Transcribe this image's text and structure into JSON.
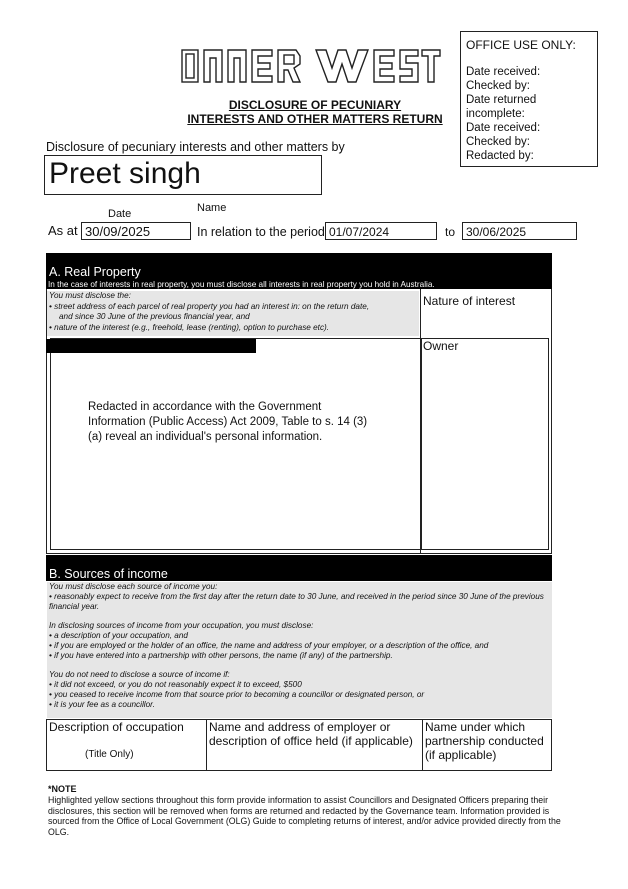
{
  "header": {
    "logo_text": "INNER WEST",
    "title_line1": "DISCLOSURE OF PECUNIARY",
    "title_line2": "INTERESTS AND OTHER MATTERS RETURN"
  },
  "office_use": {
    "title": "OFFICE USE ONLY:",
    "items": [
      "Date received:",
      "Checked by:",
      "Date returned",
      "incomplete:",
      "Date received:",
      "Checked by:",
      "Redacted by:"
    ]
  },
  "form": {
    "subtitle": "Disclosure of pecuniary interests and other matters by",
    "name_value": "Preet singh",
    "name_label": "Name",
    "date_label": "Date",
    "as_at_label": "As at",
    "as_at_value": "30/09/2025",
    "period_label": "In relation to the period",
    "period_from": "01/07/2024",
    "to_label": "to",
    "period_to": "30/06/2025"
  },
  "section_a": {
    "heading": "A. Real Property",
    "subheading": "In the case of interests in real property, you must disclose all interests in real property you hold in Australia.",
    "must_disclose": "You must disclose the:",
    "bullet1": "• street address of each parcel of real property you had an interest in: on the return date,",
    "bullet1b": "and since 30 June of the previous financial year, and",
    "bullet2": "• nature of the interest (e.g., freehold, lease (renting), option to purchase etc).",
    "nature_label": "Nature of interest",
    "owner_label": "Owner",
    "redaction": "Redacted in accordance with the Government Information (Public Access) Act 2009, Table to s. 14 (3) (a) reveal an individual's personal information."
  },
  "section_b": {
    "heading": "B. Sources of income",
    "p1": "You must disclose each source of income you:",
    "p1b1": "• reasonably expect to receive from the first day after the return date to 30 June, and received in the period since 30 June of the previous financial year.",
    "p2": "In disclosing sources of income from your occupation, you must disclose:",
    "p2b1": "• a description of your occupation, and",
    "p2b2": "• if you are employed or the holder of an office, the name and address of your employer, or a description of the office, and",
    "p2b3": "• if you have entered into a partnership with other persons, the name (if any) of the partnership.",
    "p3": "You do not need to disclose a source of income if:",
    "p3b1": "• it did not exceed, or you do not reasonably expect it to exceed, $500",
    "p3b2": "• you ceased to receive income from that source prior to becoming a councillor or designated person, or",
    "p3b3": "• it is your fee as a councillor.",
    "col1": "Description of occupation",
    "col1_sub": "(Title Only)",
    "col2": "Name and address of employer or description of office held (if applicable)",
    "col3": "Name under which partnership conducted (if applicable)"
  },
  "note": {
    "heading": "*NOTE",
    "text": "Highlighted yellow sections throughout this form provide information to assist Councillors and Designated Officers preparing their disclosures, this section will be removed when forms are returned and redacted by the Governance team. Information provided is sourced from the Office of Local Government (OLG) Guide to completing returns of interest, and/or advice provided directly from the OLG."
  }
}
